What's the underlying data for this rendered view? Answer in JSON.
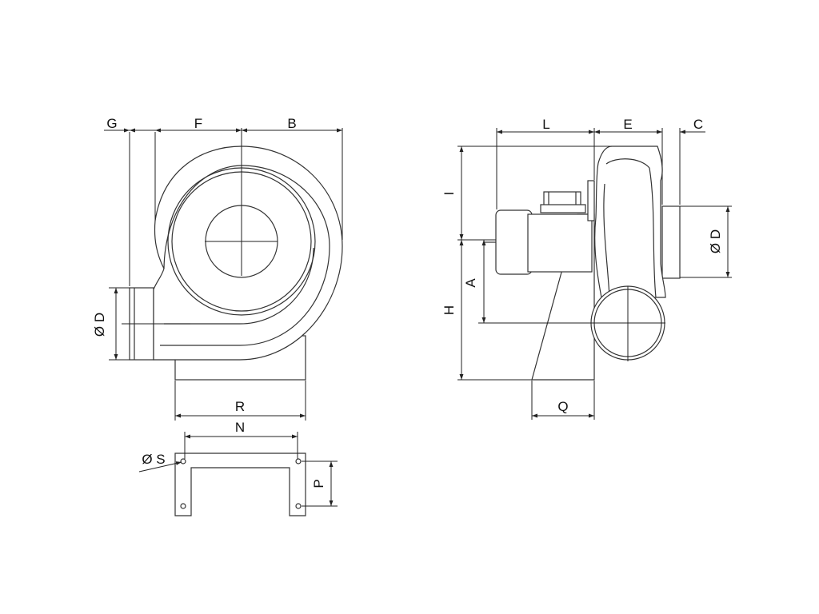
{
  "diagram": {
    "front_view": {
      "labels": {
        "g": "G",
        "f": "F",
        "b": "B",
        "outlet_diameter": "Ø D",
        "r": "R"
      }
    },
    "side_view": {
      "labels": {
        "l": "L",
        "e": "E",
        "c": "C",
        "i": "I",
        "a": "A",
        "h": "H",
        "q": "Q",
        "inlet_diameter": "Ø D"
      }
    },
    "base_view": {
      "labels": {
        "n": "N",
        "hole_diameter": "Ø S",
        "p": "P"
      }
    }
  }
}
